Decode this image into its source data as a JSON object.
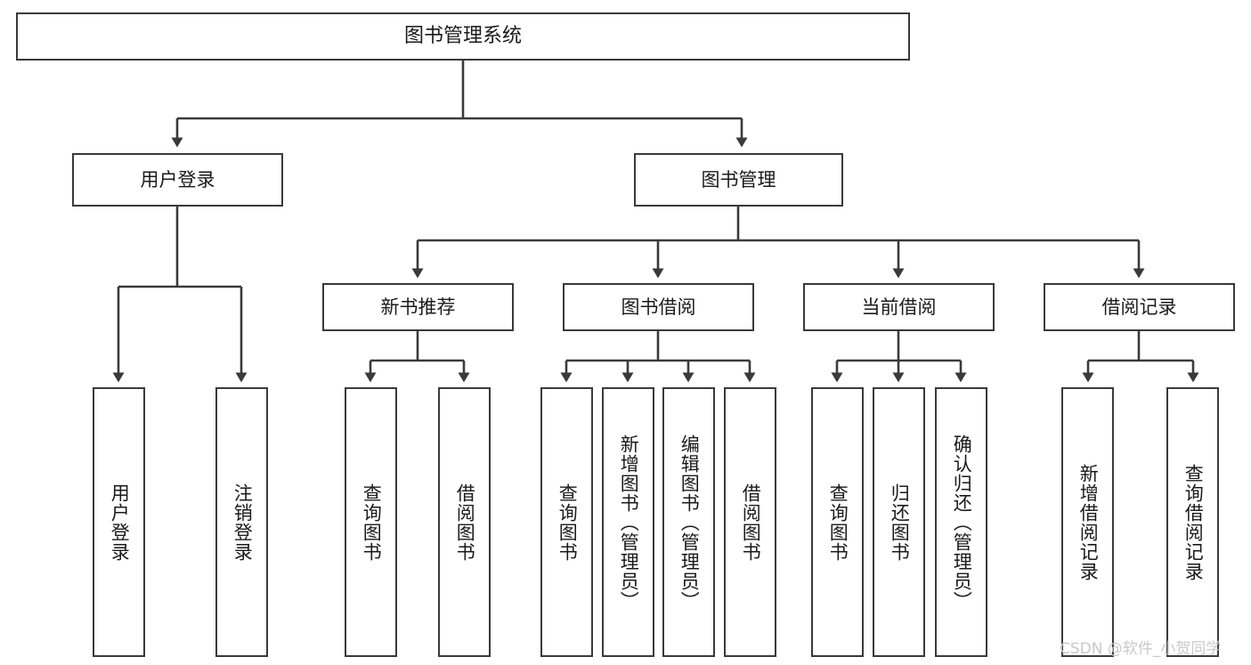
{
  "diagram": {
    "title": "图书管理系统",
    "watermark": "CSDN @软件_小贺同学",
    "line_color": "#3a3a3a",
    "box_fill": "#ffffff",
    "text_color": "#1a1a1a",
    "watermark_color": "#c9c9c9",
    "nodes": {
      "root": "图书管理系统",
      "level2": {
        "user_login": "用户登录",
        "book_manage": "图书管理"
      },
      "level3": {
        "new_book_recommend": "新书推荐",
        "book_borrow": "图书借阅",
        "current_borrow": "当前借阅",
        "borrow_record": "借阅记录"
      },
      "leaves": {
        "user_login_1": "用户登录",
        "user_login_2": "注销登录",
        "recommend_1": "查询图书",
        "recommend_2": "借阅图书",
        "borrow_1": "查询图书",
        "borrow_2": "新增图书（管理员）",
        "borrow_3": "编辑图书（管理员）",
        "borrow_4": "借阅图书",
        "current_1": "查询图书",
        "current_2": "归还图书",
        "current_3": "确认归还（管理员）",
        "record_1": "新增借阅记录",
        "record_2": "查询借阅记录"
      }
    }
  }
}
